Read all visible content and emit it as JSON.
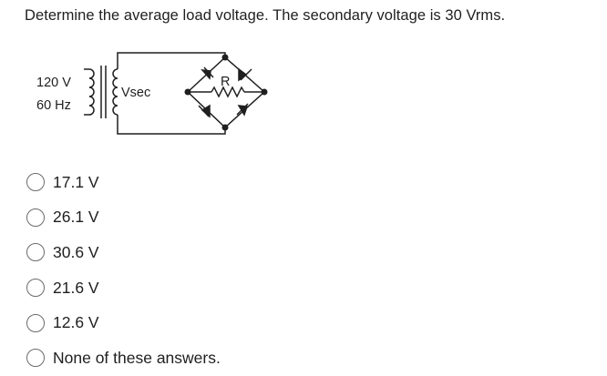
{
  "question": {
    "text": "Determine the average load voltage.  The secondary voltage is 30 Vrms."
  },
  "circuit": {
    "primary_voltage": "120 V",
    "primary_frequency": "60 Hz",
    "secondary_label": "Vsec",
    "resistor_label": "R"
  },
  "options": [
    {
      "label": "17.1 V"
    },
    {
      "label": "26.1 V"
    },
    {
      "label": "30.6 V"
    },
    {
      "label": "21.6 V"
    },
    {
      "label": "12.6 V"
    },
    {
      "label": "None of these answers."
    }
  ]
}
